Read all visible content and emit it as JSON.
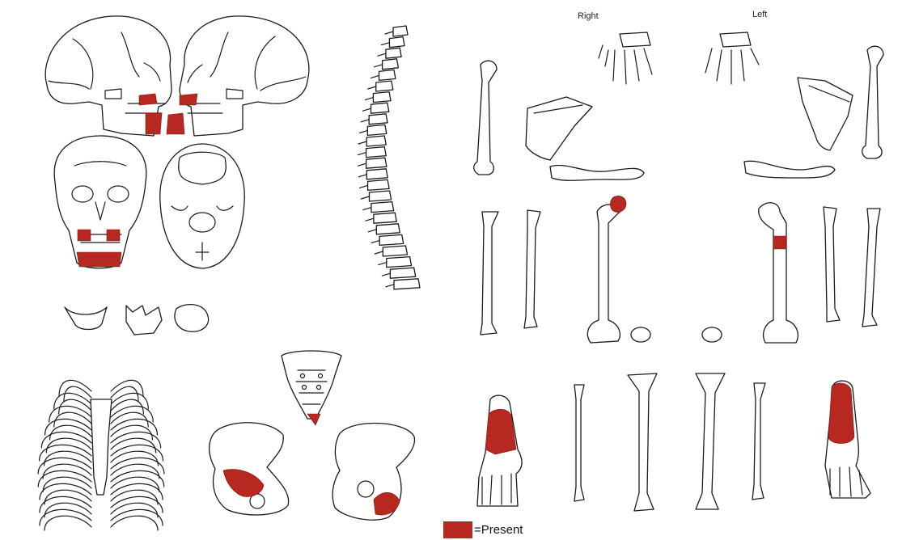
{
  "labels": {
    "right": "Right",
    "left": "Left"
  },
  "legend": {
    "text": "=Present"
  },
  "colors": {
    "present": "#b72820",
    "outline": "#1a1a1a",
    "background": "#ffffff"
  },
  "elements_present": [
    "teeth (right & left lateral skulls)",
    "mandible (right & left lateral skulls)",
    "teeth (anterior skull)",
    "mandible (anterior skull)",
    "sacrum (coccygeal end)",
    "right os coxae (ilium/acetabulum)",
    "left os coxae (ischium)",
    "right femoral head",
    "left femoral shaft",
    "right foot (tarsals)",
    "left foot (tarsals)"
  ]
}
